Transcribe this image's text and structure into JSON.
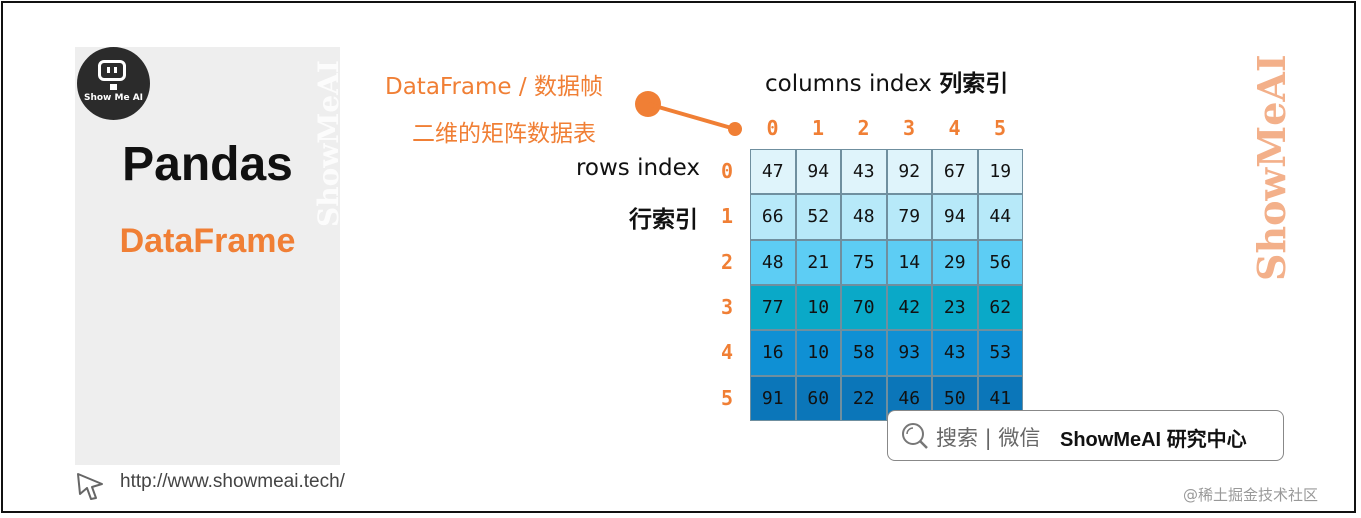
{
  "logo": {
    "text": "Show Me AI"
  },
  "title": {
    "main": "Pandas",
    "sub": "DataFrame"
  },
  "watermark": {
    "text": "ShowMeAI"
  },
  "url": "http://www.showmeai.tech/",
  "labels": {
    "dataframe": "DataFrame / 数据帧",
    "matrix": "二维的矩阵数据表",
    "columns_en": "columns index",
    "columns_cn": "列索引",
    "rows_en": "rows index",
    "rows_cn": "行索引"
  },
  "colors": {
    "accent": "#f07f35",
    "row_colors": [
      "#dff4fb",
      "#b7e9f9",
      "#5dcdf4",
      "#0aa9c8",
      "#0f90d4",
      "#0b76b9"
    ]
  },
  "col_index": [
    "0",
    "1",
    "2",
    "3",
    "4",
    "5"
  ],
  "row_index": [
    "0",
    "1",
    "2",
    "3",
    "4",
    "5"
  ],
  "matrix": [
    [
      "47",
      "94",
      "43",
      "92",
      "67",
      "19"
    ],
    [
      "66",
      "52",
      "48",
      "79",
      "94",
      "44"
    ],
    [
      "48",
      "21",
      "75",
      "14",
      "29",
      "56"
    ],
    [
      "77",
      "10",
      "70",
      "42",
      "23",
      "62"
    ],
    [
      "16",
      "10",
      "58",
      "93",
      "43",
      "53"
    ],
    [
      "91",
      "60",
      "22",
      "46",
      "50",
      "41"
    ]
  ],
  "search": {
    "placeholder": "搜索 | 微信",
    "brand": "ShowMeAI",
    "brand_cn": "研究中心"
  },
  "credit": "@稀土掘金技术社区"
}
